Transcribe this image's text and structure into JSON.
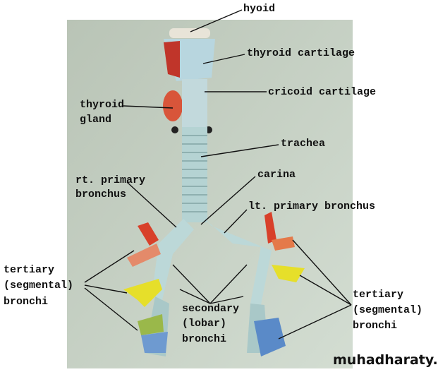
{
  "labels": {
    "hyoid": "hyoid",
    "thyroid_cartilage": "thyroid cartilage",
    "cricoid_cartilage": "cricoid cartilage",
    "thyroid_gland": [
      "thyroid",
      "gland"
    ],
    "trachea": "trachea",
    "rt_primary_bronchus": [
      "rt. primary",
      "bronchus"
    ],
    "carina": "carina",
    "lt_primary_bronchus": "lt. primary bronchus",
    "tertiary_left": [
      "tertiary",
      "(segmental)",
      "bronchi"
    ],
    "secondary": [
      "secondary",
      "(lobar)",
      "bronchi"
    ],
    "tertiary_right": [
      "tertiary",
      "(segmental)",
      "bronchi"
    ]
  },
  "watermark": "muhadharaty.com",
  "colors": {
    "background_photo": "#c9d4c8",
    "model": "#c8dcdc",
    "red": "#d8402a",
    "yellow": "#e6df2a",
    "blue": "#5a8ac8"
  }
}
